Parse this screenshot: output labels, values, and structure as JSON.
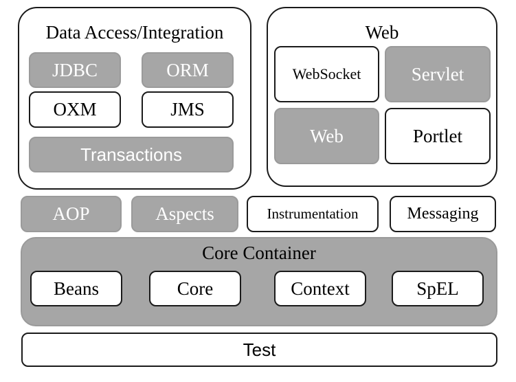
{
  "data_access": {
    "title": "Data Access/Integration",
    "jdbc": "JDBC",
    "orm": "ORM",
    "oxm": "OXM",
    "jms": "JMS",
    "transactions": "Transactions"
  },
  "web": {
    "title": "Web",
    "websocket": "WebSocket",
    "servlet": "Servlet",
    "web": "Web",
    "portlet": "Portlet"
  },
  "middle": {
    "aop": "AOP",
    "aspects": "Aspects",
    "instrumentation": "Instrumentation",
    "messaging": "Messaging"
  },
  "core_container": {
    "title": "Core Container",
    "beans": "Beans",
    "core": "Core",
    "context": "Context",
    "spel": "SpEL"
  },
  "test": {
    "label": "Test"
  },
  "colors": {
    "gray_module": "#a6a6a6",
    "container_fill": "#a6a6a6",
    "outline": "#1a1a1a",
    "background": "#ffffff"
  }
}
